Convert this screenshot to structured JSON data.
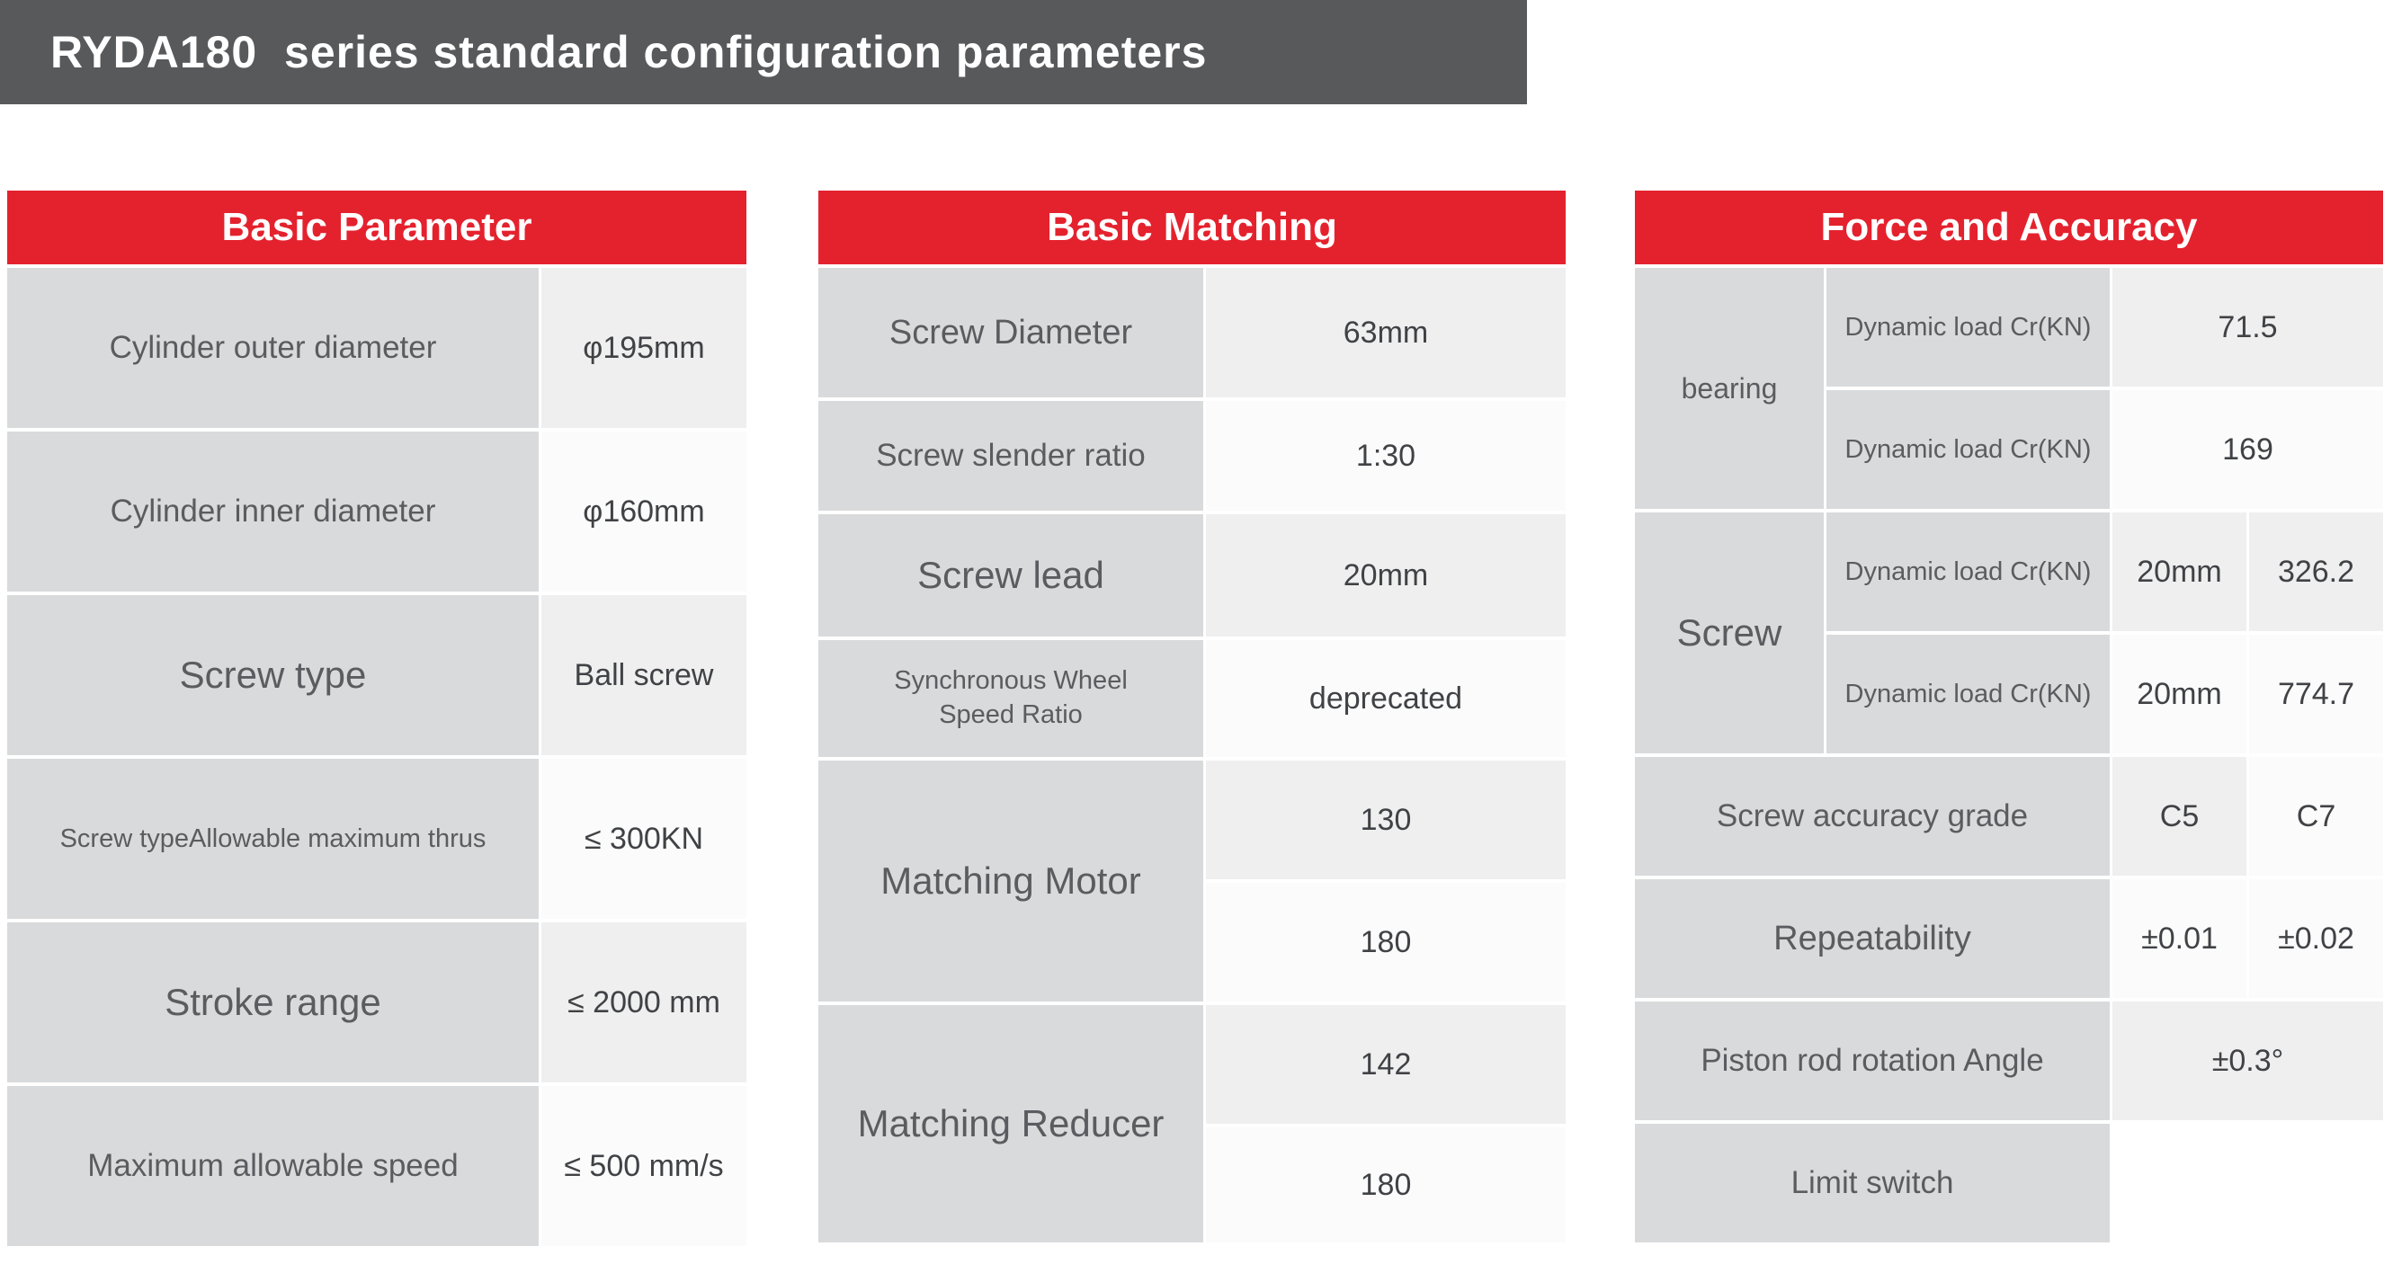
{
  "page": {
    "title": "RYDA180  series standard configuration parameters"
  },
  "colors": {
    "title_bar": "#58595b",
    "header_red": "#e4222e",
    "label_gray": "#d9dadb",
    "value_light": "#efefef"
  },
  "basic_parameter": {
    "header": "Basic Parameter",
    "rows": [
      {
        "label": "Cylinder outer diameter",
        "value": "φ195mm"
      },
      {
        "label": "Cylinder inner diameter",
        "value": "φ160mm"
      },
      {
        "label": "Screw type",
        "value": "Ball screw"
      },
      {
        "label": "Screw typeAllowable maximum thrus",
        "value": "≤ 300KN"
      },
      {
        "label": "Stroke range",
        "value": "≤ 2000 mm"
      },
      {
        "label": "Maximum allowable speed",
        "value": "≤ 500 mm/s"
      }
    ]
  },
  "basic_matching": {
    "header": "Basic Matching",
    "rows": [
      {
        "label": "Screw Diameter",
        "value": "63mm"
      },
      {
        "label": "Screw slender ratio",
        "value": "1:30"
      },
      {
        "label": "Screw lead",
        "value": "20mm"
      },
      {
        "label": "Synchronous Wheel Speed Ratio",
        "value": "deprecated"
      }
    ],
    "matching_motor": {
      "label": "Matching Motor",
      "values": [
        "130",
        "180"
      ]
    },
    "matching_reducer": {
      "label": "Matching Reducer",
      "values": [
        "142",
        "180"
      ]
    }
  },
  "force_accuracy": {
    "header": "Force and Accuracy",
    "bearing": {
      "label": "bearing",
      "rows": [
        {
          "param": "Dynamic load Cr(KN)",
          "value": "71.5"
        },
        {
          "param": "Dynamic load Cr(KN)",
          "value": "169"
        }
      ]
    },
    "screw": {
      "label": "Screw",
      "rows": [
        {
          "param": "Dynamic load Cr(KN)",
          "size": "20mm",
          "value": "326.2"
        },
        {
          "param": "Dynamic load Cr(KN)",
          "size": "20mm",
          "value": "774.7"
        }
      ]
    },
    "bottom_rows": [
      {
        "label": "Screw accuracy grade",
        "values": [
          "C5",
          "C7"
        ]
      },
      {
        "label": "Repeatability",
        "values": [
          "±0.01",
          "±0.02"
        ]
      },
      {
        "label": "Piston rod rotation Angle",
        "value": "±0.3°"
      },
      {
        "label": "Limit switch",
        "value": ""
      }
    ]
  }
}
